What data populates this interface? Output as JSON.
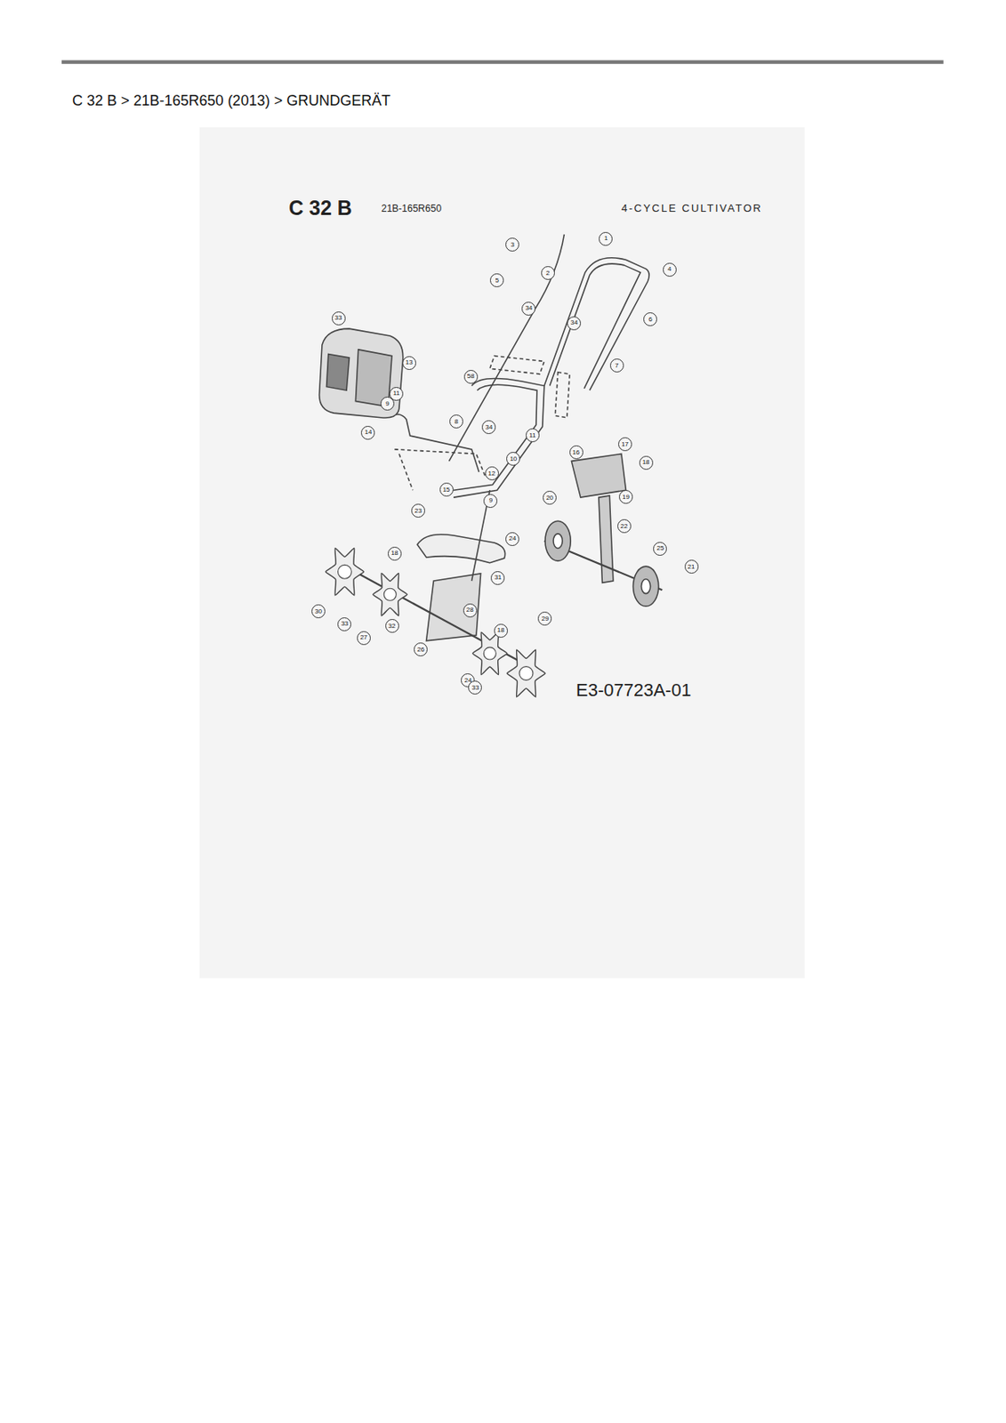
{
  "diagram": {
    "title": "C 32 B > 21B-165R650 (2013) > GRUNDGERÄT",
    "nodes": [
      {
        "text": [
          "1"
        ]
      },
      {
        "text": [
          "3"
        ]
      },
      {
        "text": [
          "2"
        ]
      },
      {
        "text": [
          "4"
        ]
      },
      {
        "text": [
          "5"
        ]
      },
      {
        "text": [
          "34"
        ]
      },
      {
        "text": [
          "34"
        ]
      },
      {
        "text": [
          "6"
        ]
      },
      {
        "text": [
          "33"
        ]
      },
      {
        "text": [
          "13"
        ]
      },
      {
        "text": [
          "58"
        ]
      },
      {
        "text": [
          "7"
        ]
      },
      {
        "text": [
          "11"
        ]
      },
      {
        "text": [
          "9"
        ]
      },
      {
        "text": [
          "8"
        ]
      },
      {
        "text": [
          "34"
        ]
      },
      {
        "text": [
          "11"
        ]
      },
      {
        "text": [
          "14"
        ]
      },
      {
        "text": [
          "10"
        ]
      },
      {
        "text": [
          "16"
        ]
      },
      {
        "text": [
          "17"
        ]
      },
      {
        "text": [
          "18"
        ]
      },
      {
        "text": [
          "12"
        ]
      },
      {
        "text": [
          "15"
        ]
      },
      {
        "text": [
          "20"
        ]
      },
      {
        "text": [
          "19"
        ]
      },
      {
        "text": [
          "9"
        ]
      },
      {
        "text": [
          "23"
        ]
      },
      {
        "text": [
          "24"
        ]
      },
      {
        "text": [
          "22"
        ]
      },
      {
        "text": [
          "18"
        ]
      },
      {
        "text": [
          "31"
        ]
      },
      {
        "text": [
          "21"
        ]
      },
      {
        "text": [
          "25"
        ]
      },
      {
        "text": [
          "28"
        ]
      },
      {
        "text": [
          "30"
        ]
      },
      {
        "text": [
          "33"
        ]
      },
      {
        "text": [
          "27"
        ]
      },
      {
        "text": [
          "32"
        ]
      },
      {
        "text": [
          "26"
        ]
      },
      {
        "text": [
          "18"
        ]
      },
      {
        "text": [
          "29"
        ]
      },
      {
        "text": [
          "24"
        ]
      },
      {
        "text": [
          "33"
        ]
      }
    ],
    "labels": [
      "C 32 B",
      "21B-165R650",
      "4-CYCLE CULTIVATOR",
      "E3-07723A-01"
    ]
  }
}
